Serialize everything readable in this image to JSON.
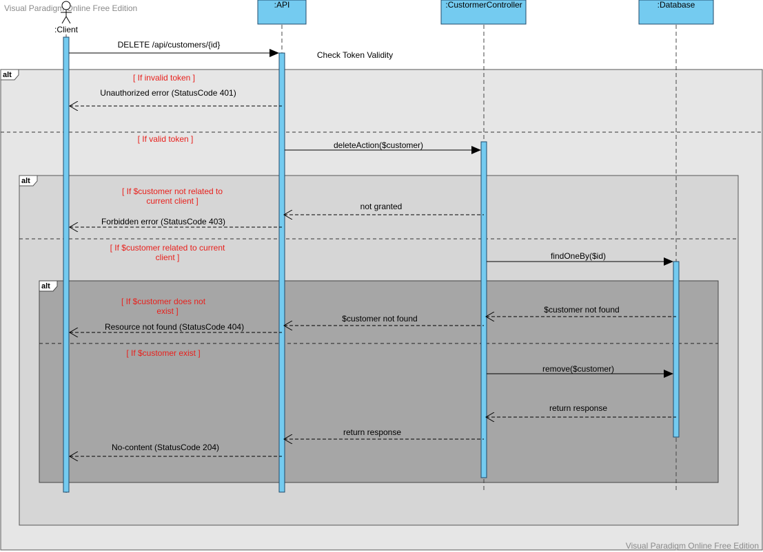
{
  "watermarks": {
    "top": "Visual Paradigm Online Free Edition",
    "bottom": "Visual Paradigm Online Free Edition"
  },
  "colors": {
    "lifeline_fill": "#74cbf0",
    "lifeline_stroke": "#1f4a6a",
    "guard_text": "#e8201c",
    "fragment_outer": "#e6e6e6",
    "fragment_middle": "#d6d6d6",
    "fragment_inner": "#a6a6a6"
  },
  "actor": {
    "label": ":Client",
    "icon": "stick-figure-actor-icon"
  },
  "participants": [
    {
      "id": "api",
      "label": ":API"
    },
    {
      "id": "controller",
      "label": ":CustormerController"
    },
    {
      "id": "database",
      "label": ":Database"
    }
  ],
  "fragments": [
    {
      "id": "outer",
      "operator": "alt",
      "guards": [
        "[ If invalid token ]",
        "[ If valid token ]"
      ]
    },
    {
      "id": "middle",
      "operator": "alt",
      "guards": [
        "[ If $customer not related to",
        "current client ]",
        "[ If $customer related to current",
        "client ]"
      ]
    },
    {
      "id": "inner",
      "operator": "alt",
      "guards": [
        "[ If $customer does not",
        "exist ]",
        "[ If $customer exist ]"
      ]
    }
  ],
  "messages": [
    {
      "id": "m1",
      "from": "Client",
      "to": "API",
      "kind": "sync",
      "label": "DELETE /api/customers/{id}"
    },
    {
      "id": "note1",
      "label": "Check Token Validity"
    },
    {
      "id": "m2",
      "from": "API",
      "to": "Client",
      "kind": "return",
      "label": "Unauthorized error (StatusCode 401)"
    },
    {
      "id": "m3",
      "from": "API",
      "to": "CustormerController",
      "kind": "sync",
      "label": "deleteAction($customer)"
    },
    {
      "id": "m4",
      "from": "CustormerController",
      "to": "API",
      "kind": "return",
      "label": "not granted"
    },
    {
      "id": "m5",
      "from": "API",
      "to": "Client",
      "kind": "return",
      "label": "Forbidden error (StatusCode 403)"
    },
    {
      "id": "m6",
      "from": "CustormerController",
      "to": "Database",
      "kind": "sync",
      "label": "findOneBy($id)"
    },
    {
      "id": "m7",
      "from": "Database",
      "to": "CustormerController",
      "kind": "return",
      "label": "$customer not found"
    },
    {
      "id": "m8",
      "from": "CustormerController",
      "to": "API",
      "kind": "return",
      "label": "$customer not found"
    },
    {
      "id": "m9",
      "from": "API",
      "to": "Client",
      "kind": "return",
      "label": "Resource not found (StatusCode 404)"
    },
    {
      "id": "m10",
      "from": "CustormerController",
      "to": "Database",
      "kind": "sync",
      "label": "remove($customer)"
    },
    {
      "id": "m11",
      "from": "Database",
      "to": "CustormerController",
      "kind": "return",
      "label": "return response"
    },
    {
      "id": "m12",
      "from": "CustormerController",
      "to": "API",
      "kind": "return",
      "label": "return response"
    },
    {
      "id": "m13",
      "from": "API",
      "to": "Client",
      "kind": "return",
      "label": "No-content (StatusCode 204)"
    }
  ]
}
